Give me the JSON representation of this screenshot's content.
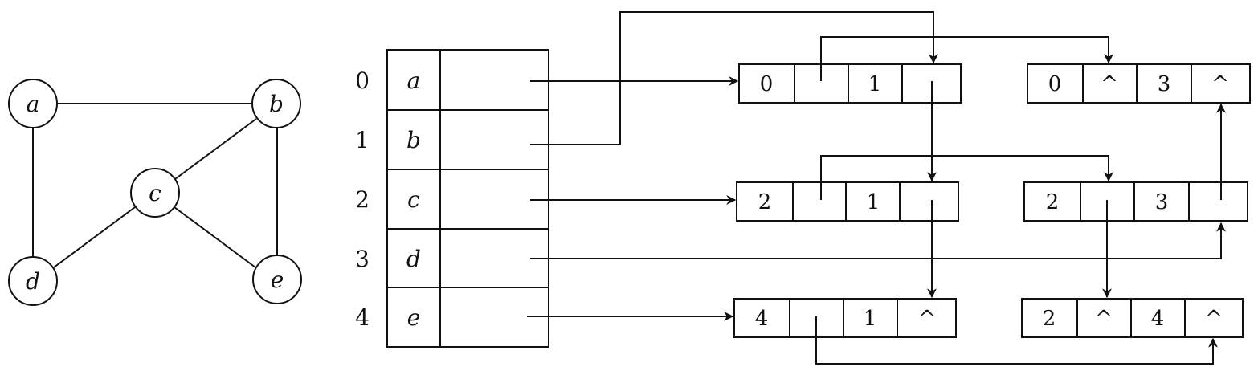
{
  "graph": {
    "vertices": [
      {
        "id": "a",
        "label": "a"
      },
      {
        "id": "b",
        "label": "b"
      },
      {
        "id": "c",
        "label": "c"
      },
      {
        "id": "d",
        "label": "d"
      },
      {
        "id": "e",
        "label": "e"
      }
    ],
    "edges": [
      [
        "a",
        "b"
      ],
      [
        "a",
        "d"
      ],
      [
        "b",
        "c"
      ],
      [
        "b",
        "e"
      ],
      [
        "c",
        "d"
      ],
      [
        "c",
        "e"
      ]
    ]
  },
  "vertex_table": {
    "rows": [
      {
        "index": "0",
        "data": "a"
      },
      {
        "index": "1",
        "data": "b"
      },
      {
        "index": "2",
        "data": "c"
      },
      {
        "index": "3",
        "data": "d"
      },
      {
        "index": "4",
        "data": "e"
      }
    ]
  },
  "edge_nodes": {
    "n01": {
      "cells": [
        "0",
        "",
        "1",
        ""
      ]
    },
    "n03": {
      "cells": [
        "0",
        "^",
        "3",
        "^"
      ]
    },
    "n21": {
      "cells": [
        "2",
        "",
        "1",
        ""
      ]
    },
    "n23": {
      "cells": [
        "2",
        "",
        "3",
        ""
      ]
    },
    "n41": {
      "cells": [
        "4",
        "",
        "1",
        "^"
      ]
    },
    "n24": {
      "cells": [
        "2",
        "^",
        "4",
        "^"
      ]
    }
  },
  "colors": {
    "ink": "#111111",
    "background": "#ffffff"
  }
}
